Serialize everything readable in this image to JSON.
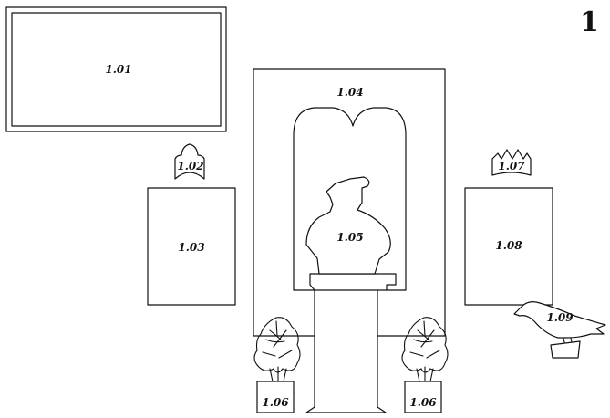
{
  "wall_number": "1",
  "labels": {
    "painting_large": "1.01",
    "crest_left": "1.02",
    "painting_left": "1.03",
    "niche": "1.04",
    "bust": "1.05",
    "plant_left": "1.06",
    "plant_right": "1.06",
    "crest_right": "1.07",
    "painting_right": "1.08",
    "bird": "1.09"
  }
}
